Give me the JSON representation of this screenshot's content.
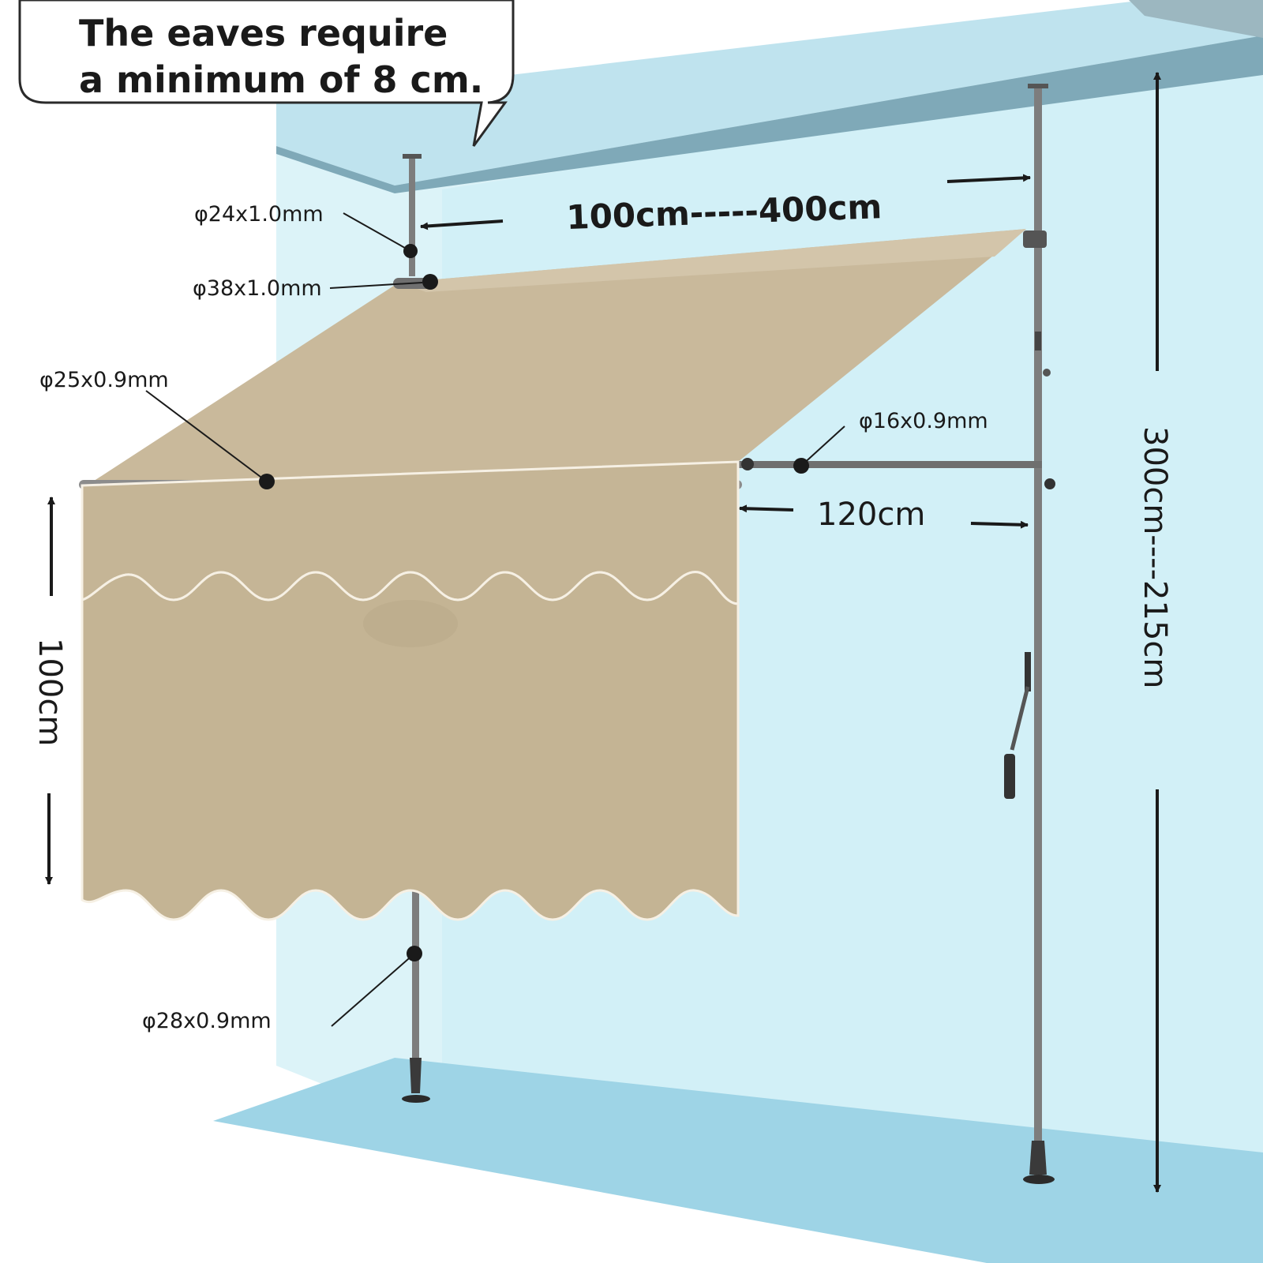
{
  "callout": {
    "line1": "The eaves require",
    "line2": "a minimum of 8 cm."
  },
  "dimensions": {
    "width_range": "100cm-----400cm",
    "arm_length": "120cm",
    "valance_drop": "100cm",
    "height_range": "300cm----215cm"
  },
  "specs": {
    "top_pole": "φ24x1.0mm",
    "roller_tube": "φ38x1.0mm",
    "front_bar": "φ25x0.9mm",
    "arm_bar": "φ16x0.9mm",
    "bottom_pole": "φ28x0.9mm"
  },
  "colors": {
    "fabric": "#c9b99b",
    "fabric_shade": "#bcab8c",
    "wall": "#d6f1f7",
    "ceiling": "#a9d9e7",
    "floor": "#9dd4e6",
    "pole": "#7d7d7d",
    "ink": "#1a1a1a"
  }
}
